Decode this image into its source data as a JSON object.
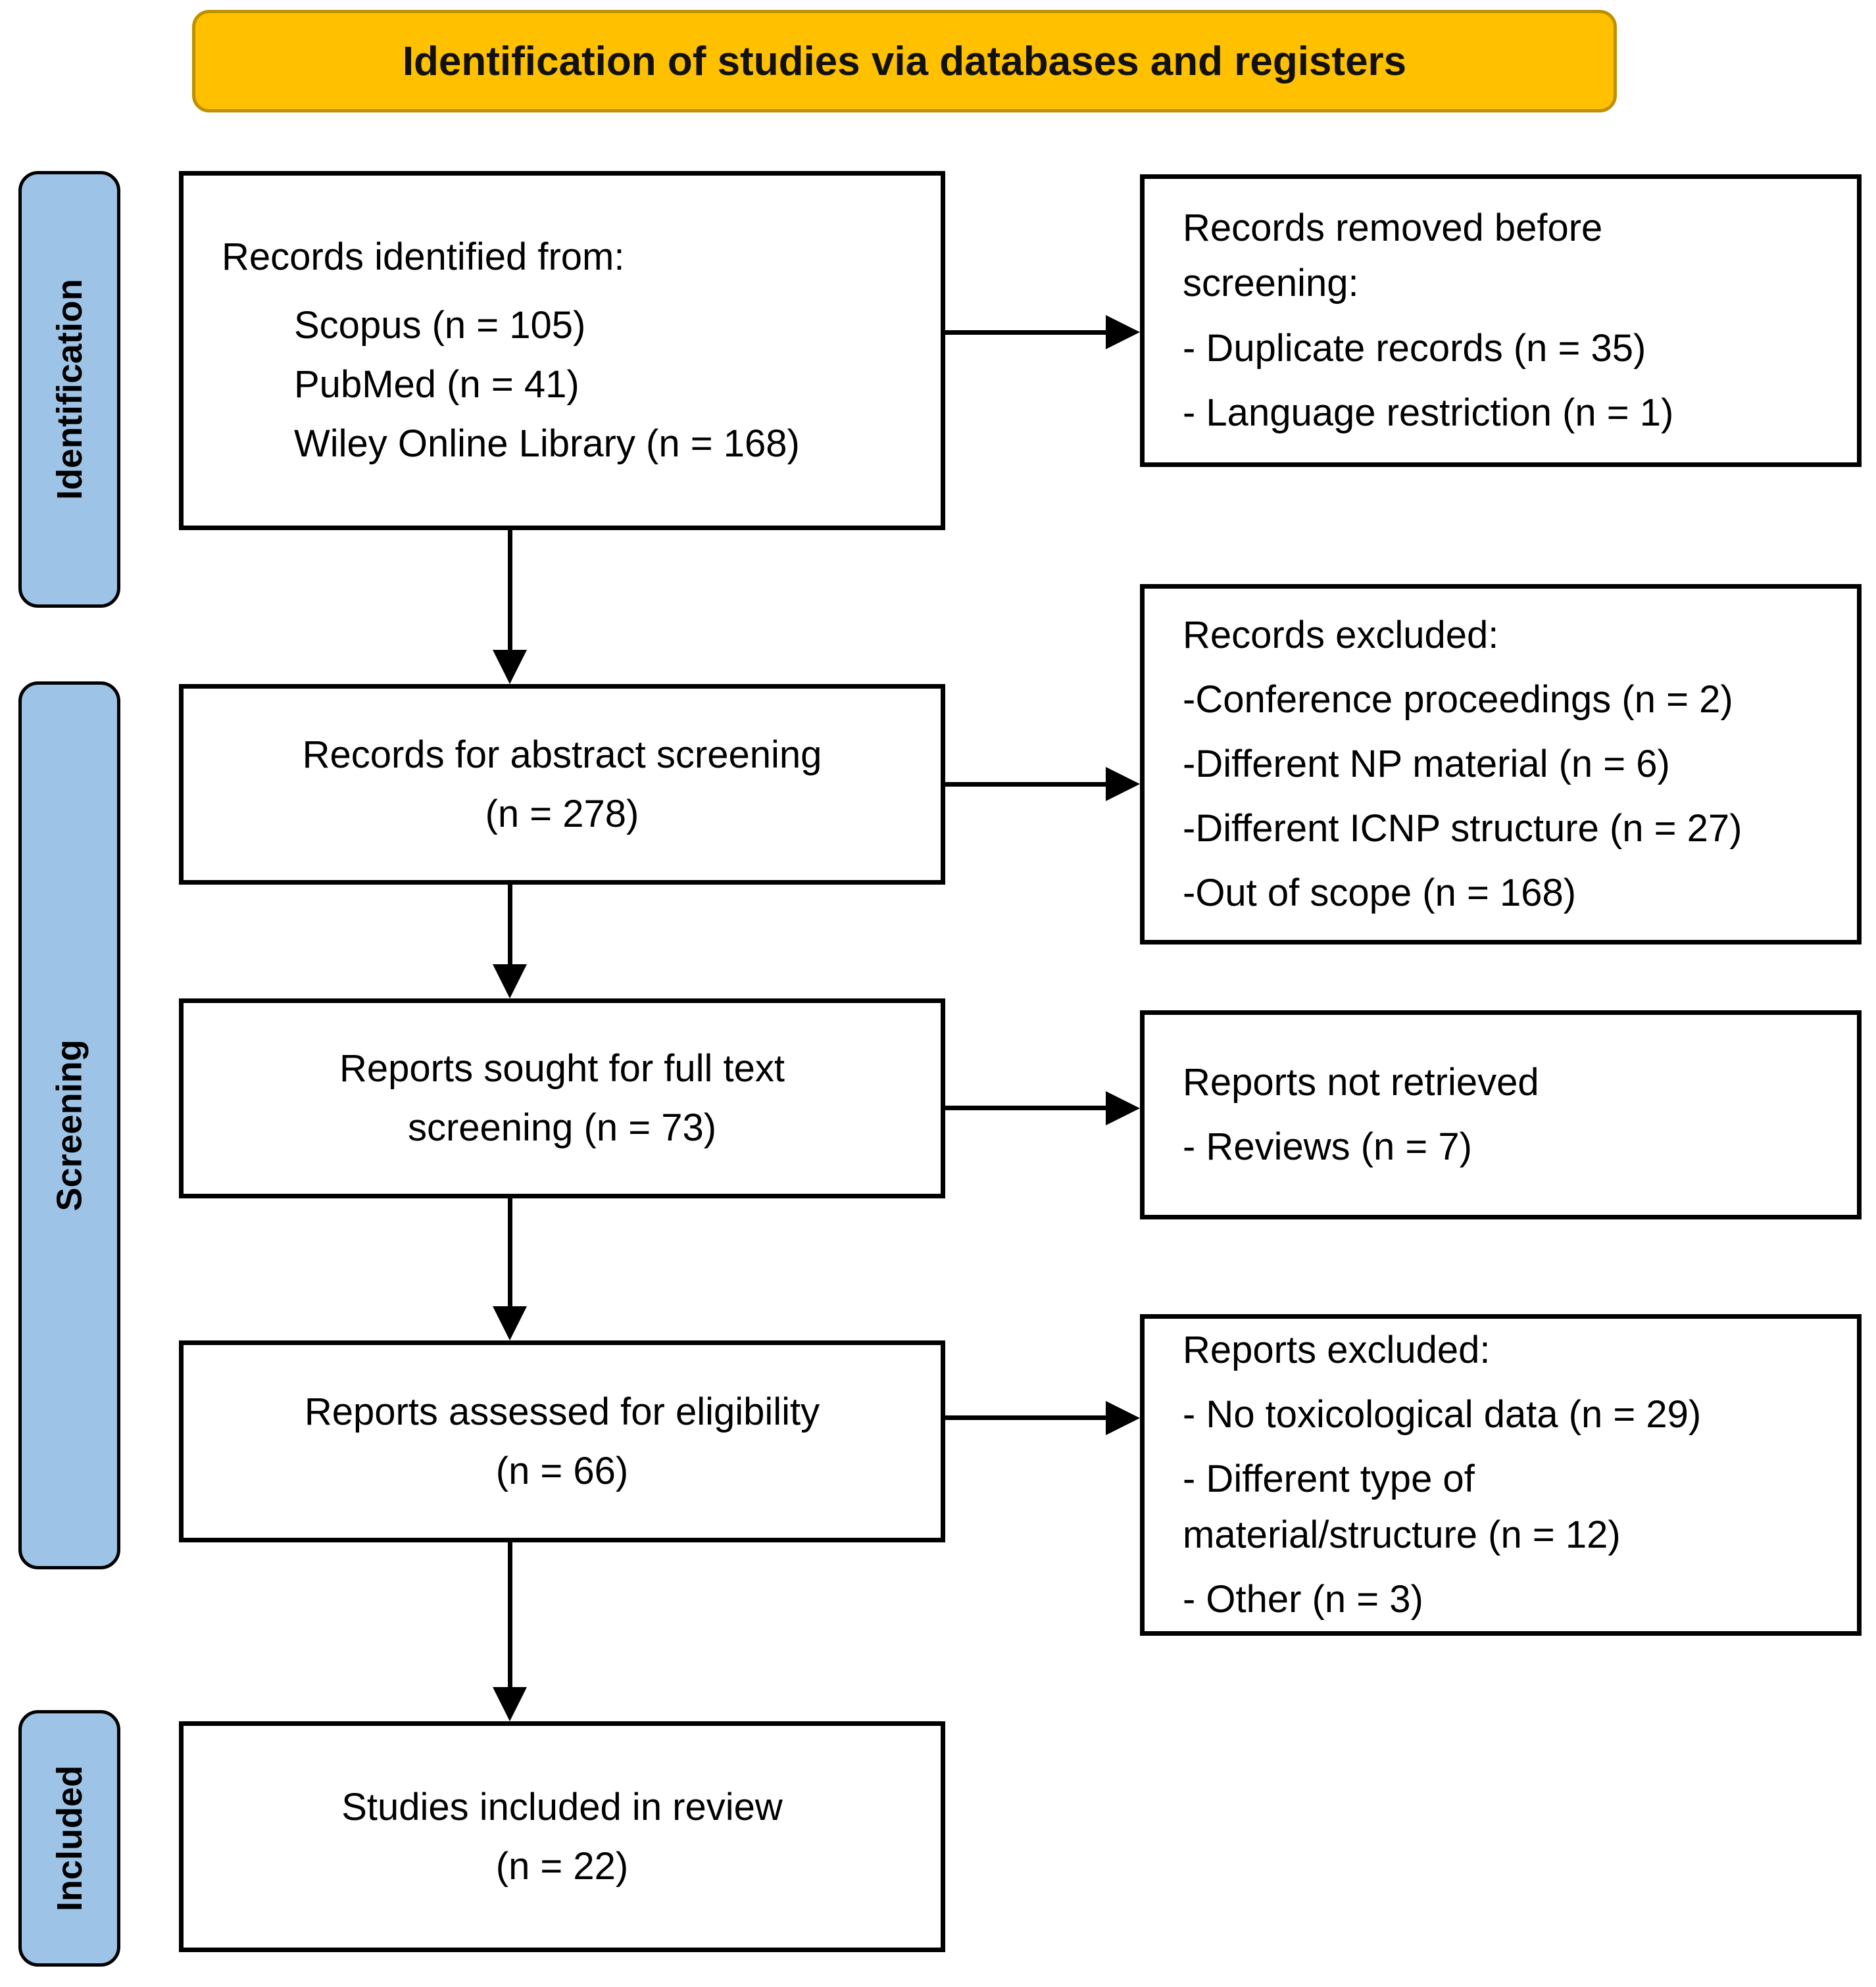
{
  "banner": {
    "title": "Identification of studies via databases and registers"
  },
  "stages": {
    "identification": "Identification",
    "screening": "Screening",
    "included": "Included"
  },
  "main": {
    "identified": {
      "heading": "Records identified from:",
      "items": [
        "Scopus (n = 105)",
        "PubMed (n = 41)",
        "Wiley Online Library (n = 168)"
      ]
    },
    "abstract": {
      "line1": "Records for abstract screening",
      "line2": "(n = 278)"
    },
    "fulltext": {
      "line1": "Reports sought for full text",
      "line2": "screening (n = 73)"
    },
    "eligibility": {
      "line1": "Reports assessed for eligibility",
      "line2": "(n = 66)"
    },
    "included": {
      "line1": "Studies included in review",
      "line2": "(n = 22)"
    }
  },
  "side": {
    "removed": {
      "title": "Records removed before screening:",
      "items": [
        "- Duplicate records (n = 35)",
        "- Language restriction (n = 1)"
      ]
    },
    "records_excluded": {
      "title": "Records excluded:",
      "items": [
        "-Conference proceedings (n = 2)",
        "-Different NP material (n = 6)",
        "-Different ICNP structure (n = 27)",
        "-Out of scope (n = 168)"
      ]
    },
    "not_retrieved": {
      "title": "Reports not retrieved",
      "items": [
        "- Reviews (n = 7)"
      ]
    },
    "reports_excluded": {
      "title": "Reports excluded:",
      "items": [
        "- No toxicological data (n = 29)",
        "- Different type of material/structure (n = 12)",
        "- Other (n = 3)"
      ]
    }
  },
  "colors": {
    "banner_fill": "#FFC000",
    "banner_border": "#BF9000",
    "stage_fill": "#9DC3E6",
    "box_border": "#000000",
    "text": "#000000"
  }
}
